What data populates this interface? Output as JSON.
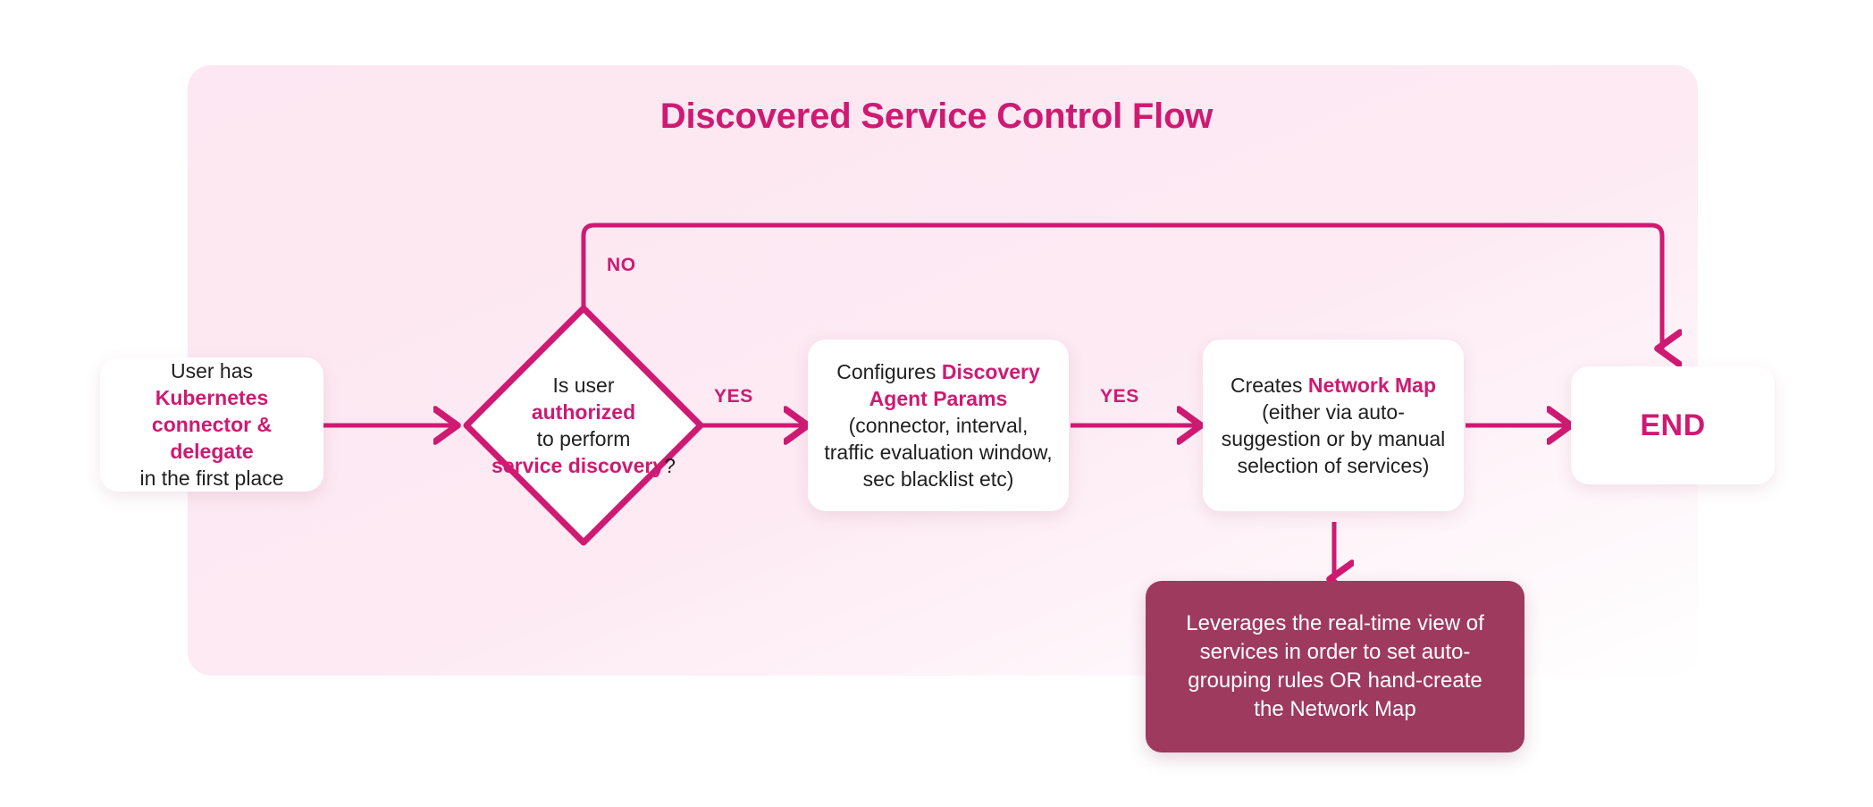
{
  "title": "Discovered Service Control Flow",
  "colors": {
    "accent": "#CE1A72",
    "panel_start": "#FDE9F3",
    "panel_end": "#FFFFFF",
    "note_bg": "#9E3A5E",
    "node_bg": "#FFFFFF",
    "body_text": "#1F1F1F",
    "page_bg": "#FFFFFF"
  },
  "nodes": {
    "start": {
      "shape": "rounded-rect",
      "segments": [
        {
          "text": "User has ",
          "highlight": false
        },
        {
          "text": "Kubernetes",
          "highlight": true
        },
        {
          "text": "\n",
          "highlight": false
        },
        {
          "text": "connector & delegate",
          "highlight": true
        },
        {
          "text": "\n",
          "highlight": false
        },
        {
          "text": "in the first place",
          "highlight": false
        }
      ]
    },
    "decision": {
      "shape": "diamond",
      "segments": [
        {
          "text": "Is user",
          "highlight": false
        },
        {
          "text": "\n",
          "highlight": false
        },
        {
          "text": "authorized",
          "highlight": true
        },
        {
          "text": "\n",
          "highlight": false
        },
        {
          "text": "to perform",
          "highlight": false
        },
        {
          "text": "\n",
          "highlight": false
        },
        {
          "text": "service discovery",
          "highlight": true
        },
        {
          "text": "?",
          "highlight": false
        }
      ]
    },
    "configure": {
      "shape": "rounded-rect",
      "segments": [
        {
          "text": "Configures ",
          "highlight": false
        },
        {
          "text": "Discovery",
          "highlight": true
        },
        {
          "text": "\n",
          "highlight": false
        },
        {
          "text": "Agent Params",
          "highlight": true
        },
        {
          "text": "\n",
          "highlight": false
        },
        {
          "text": "(connector, interval,",
          "highlight": false
        },
        {
          "text": "\n",
          "highlight": false
        },
        {
          "text": "traffic evaluation window,",
          "highlight": false
        },
        {
          "text": "\n",
          "highlight": false
        },
        {
          "text": "sec blacklist etc)",
          "highlight": false
        }
      ]
    },
    "network_map": {
      "shape": "rounded-rect",
      "segments": [
        {
          "text": "Creates ",
          "highlight": false
        },
        {
          "text": "Network Map",
          "highlight": true
        },
        {
          "text": "\n",
          "highlight": false
        },
        {
          "text": "(either via auto-",
          "highlight": false
        },
        {
          "text": "\n",
          "highlight": false
        },
        {
          "text": "suggestion or by manual",
          "highlight": false
        },
        {
          "text": "\n",
          "highlight": false
        },
        {
          "text": "selection of services)",
          "highlight": false
        }
      ]
    },
    "end": {
      "shape": "rounded-rect",
      "label": "END"
    },
    "note": {
      "shape": "rounded-rect",
      "segments": [
        {
          "text": "Leverages the real-time view of",
          "highlight": false
        },
        {
          "text": "\n",
          "highlight": false
        },
        {
          "text": "services in order to set auto-",
          "highlight": false
        },
        {
          "text": "\n",
          "highlight": false
        },
        {
          "text": "grouping rules OR hand-create",
          "highlight": false
        },
        {
          "text": "\n",
          "highlight": false
        },
        {
          "text": "the Network Map",
          "highlight": false
        }
      ]
    }
  },
  "edges": {
    "start_to_decision": {
      "label": ""
    },
    "decision_no": {
      "label": "NO"
    },
    "decision_yes": {
      "label": "YES"
    },
    "configure_yes": {
      "label": "YES"
    },
    "map_to_end": {
      "label": ""
    },
    "note_to_map": {
      "label": ""
    }
  }
}
